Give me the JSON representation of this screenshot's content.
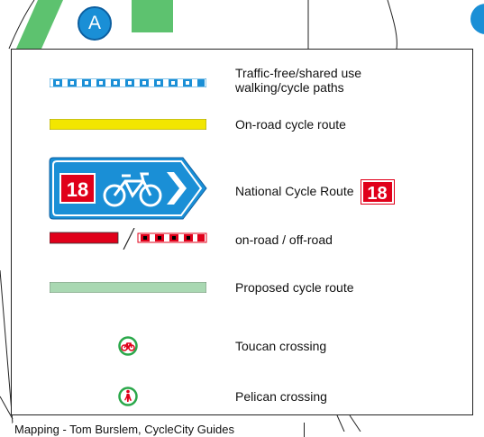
{
  "map": {
    "marker_a": "A",
    "colors": {
      "path_green": "#5dc26f",
      "route_blue": "#1a8fd6",
      "ncn_red": "#e0001a",
      "on_road_yellow": "#f2e600",
      "proposed_green": "#a9d8b2"
    }
  },
  "legend": {
    "items": [
      {
        "symbol": "dashed-blue-path",
        "label_line1": "Traffic-free/shared use",
        "label_line2": "walking/cycle paths"
      },
      {
        "symbol": "yellow-line",
        "label_line1": "On-road cycle route"
      },
      {
        "symbol": "ncn-sign-icon",
        "sign_number": "18",
        "label_line1": "National Cycle Route",
        "badge_number": "18"
      },
      {
        "symbol": "red-line-on-off-road",
        "label_line1": "on-road / off-road"
      },
      {
        "symbol": "pale-green-line",
        "label_line1": "Proposed cycle route"
      },
      {
        "symbol": "toucan-crossing-icon",
        "label_line1": "Toucan crossing"
      },
      {
        "symbol": "pelican-crossing-icon",
        "label_line1": "Pelican crossing"
      }
    ]
  },
  "credit": "Mapping - Tom Burslem, CycleCity Guides"
}
